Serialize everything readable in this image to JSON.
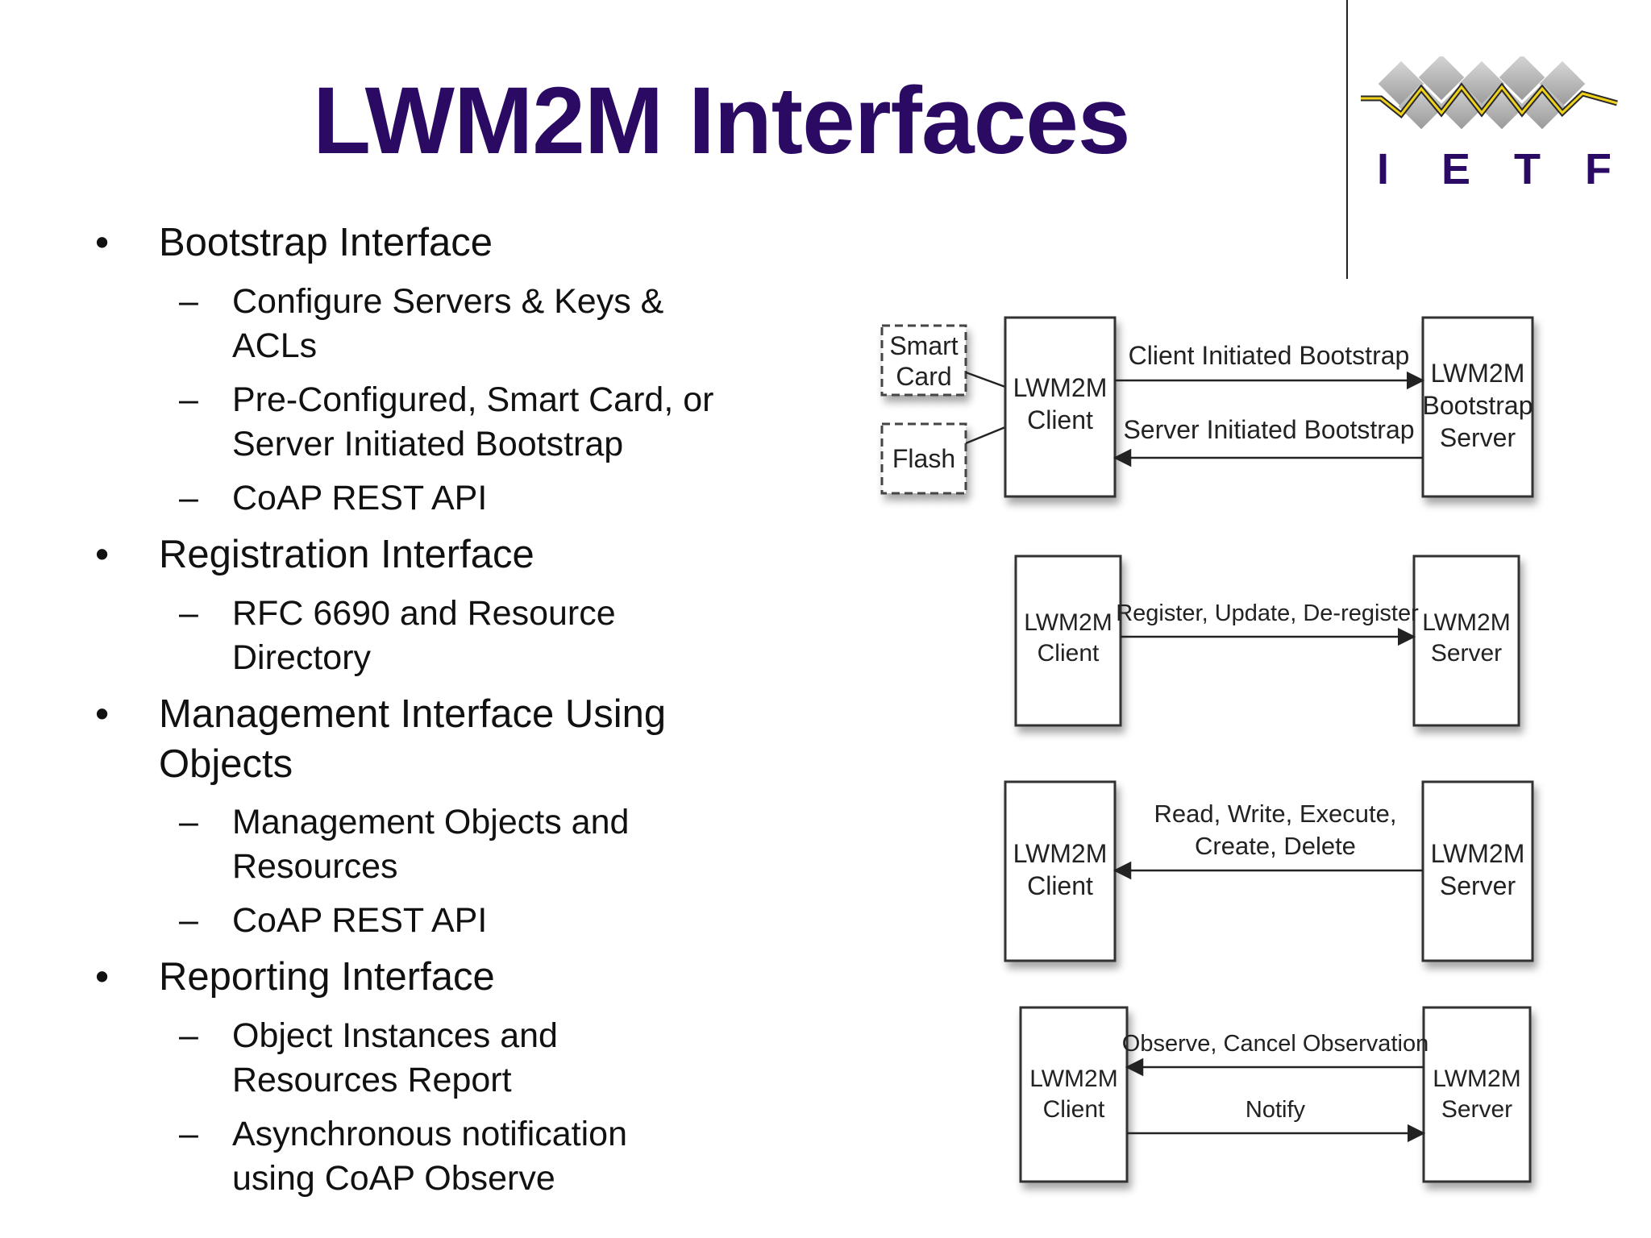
{
  "slide": {
    "title": "LWM2M Interfaces"
  },
  "logo": {
    "letters": [
      "I",
      "E",
      "T",
      "F"
    ],
    "colors": {
      "letters": "#2b0a63",
      "tiles": "#b8b8b8",
      "wave": "#f0d21a"
    }
  },
  "bullets": [
    {
      "text": "Bootstrap Interface",
      "subs": [
        {
          "lines": [
            "Configure Servers & Keys &",
            "ACLs"
          ]
        },
        {
          "lines": [
            "Pre-Configured, Smart Card, or",
            "Server Initiated Bootstrap"
          ]
        },
        {
          "lines": [
            "CoAP REST API"
          ]
        }
      ]
    },
    {
      "text": "Registration Interface",
      "subs": [
        {
          "lines": [
            "RFC 6690 and Resource",
            "Directory"
          ]
        }
      ]
    },
    {
      "text": "Management Interface Using",
      "text2": "Objects",
      "subs": [
        {
          "lines": [
            "Management Objects and",
            "Resources"
          ]
        },
        {
          "lines": [
            "CoAP REST API"
          ]
        }
      ]
    },
    {
      "text": "Reporting Interface",
      "subs": [
        {
          "lines": [
            "Object Instances and",
            "Resources Report"
          ]
        },
        {
          "lines": [
            "Asynchronous notification",
            "using CoAP Observe"
          ]
        }
      ]
    }
  ],
  "marks": {
    "bullet": "•",
    "dash": "–"
  },
  "diagram": {
    "bootstrap": {
      "smart_card": [
        "Smart",
        "Card"
      ],
      "flash": "Flash",
      "client": [
        "LWM2M",
        "Client"
      ],
      "server": [
        "LWM2M",
        "Bootstrap",
        "Server"
      ],
      "arrow_right": "Client Initiated Bootstrap",
      "arrow_left": "Server Initiated Bootstrap"
    },
    "registration": {
      "client": [
        "LWM2M",
        "Client"
      ],
      "server": [
        "LWM2M",
        "Server"
      ],
      "arrow_right": "Register, Update, De-register"
    },
    "management": {
      "client": [
        "LWM2M",
        "Client"
      ],
      "server": [
        "LWM2M",
        "Server"
      ],
      "arrow_left": [
        "Read, Write, Execute,",
        "Create, Delete"
      ]
    },
    "reporting": {
      "client": [
        "LWM2M",
        "Client"
      ],
      "server": [
        "LWM2M",
        "Server"
      ],
      "arrow_left": "Observe, Cancel Observation",
      "arrow_right": "Notify"
    }
  }
}
